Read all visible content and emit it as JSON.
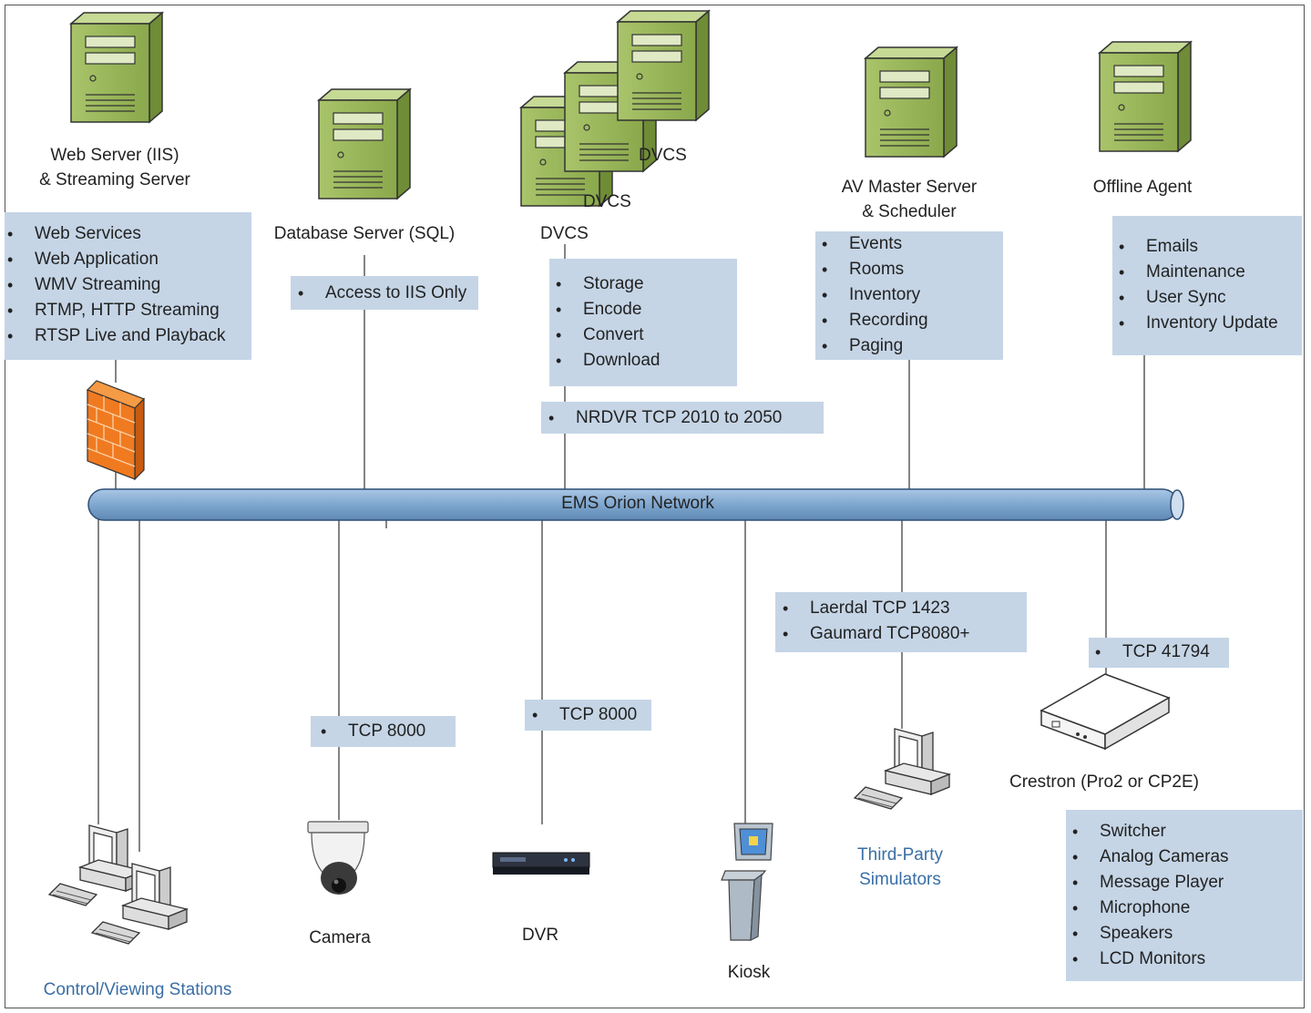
{
  "nodes": {
    "web_server": "Web Server (IIS)",
    "streaming_server": "& Streaming Server",
    "database_server": "Database Server (SQL)",
    "dvcs_1": "DVCS",
    "dvcs_2": "DVCS",
    "dvcs_3": "DVCS",
    "av_master": "AV Master Server",
    "scheduler": "& Scheduler",
    "offline_agent": "Offline Agent",
    "network": "EMS Orion Network",
    "control_stations": "Control/Viewing Stations",
    "camera": "Camera",
    "dvr": "DVR",
    "kiosk": "Kiosk",
    "third_party_1": "Third-Party",
    "third_party_2": "Simulators",
    "crestron": "Crestron (Pro2 or CP2E)"
  },
  "boxes": {
    "web": [
      "Web Services",
      "Web Application",
      "WMV Streaming",
      "RTMP, HTTP Streaming",
      "RTSP Live and Playback"
    ],
    "db": [
      "Access to IIS Only"
    ],
    "dvcs": [
      "Storage",
      "Encode",
      "Convert",
      "Download"
    ],
    "nrdvr": [
      "NRDVR TCP 2010 to 2050"
    ],
    "av": [
      "Events",
      "Rooms",
      "Inventory",
      "Recording",
      "Paging"
    ],
    "offline": [
      "Emails",
      "Maintenance",
      "User Sync",
      "Inventory Update"
    ],
    "camera_tcp": [
      "TCP 8000"
    ],
    "dvr_tcp": [
      "TCP 8000"
    ],
    "sim_tcp": [
      "Laerdal TCP 1423",
      "Gaumard TCP8080+"
    ],
    "crestron_tcp": [
      "TCP 41794"
    ],
    "crestron_devices": [
      "Switcher",
      "Analog Cameras",
      "Message Player",
      "Microphone",
      "Speakers",
      "LCD Monitors"
    ]
  },
  "colors": {
    "box_fill": "#c5d5e6",
    "server_green": "#9bb55a",
    "pipe_blue": "#7fa7cf",
    "firewall_orange": "#f07a20",
    "link_blue": "#3a6ea5"
  }
}
